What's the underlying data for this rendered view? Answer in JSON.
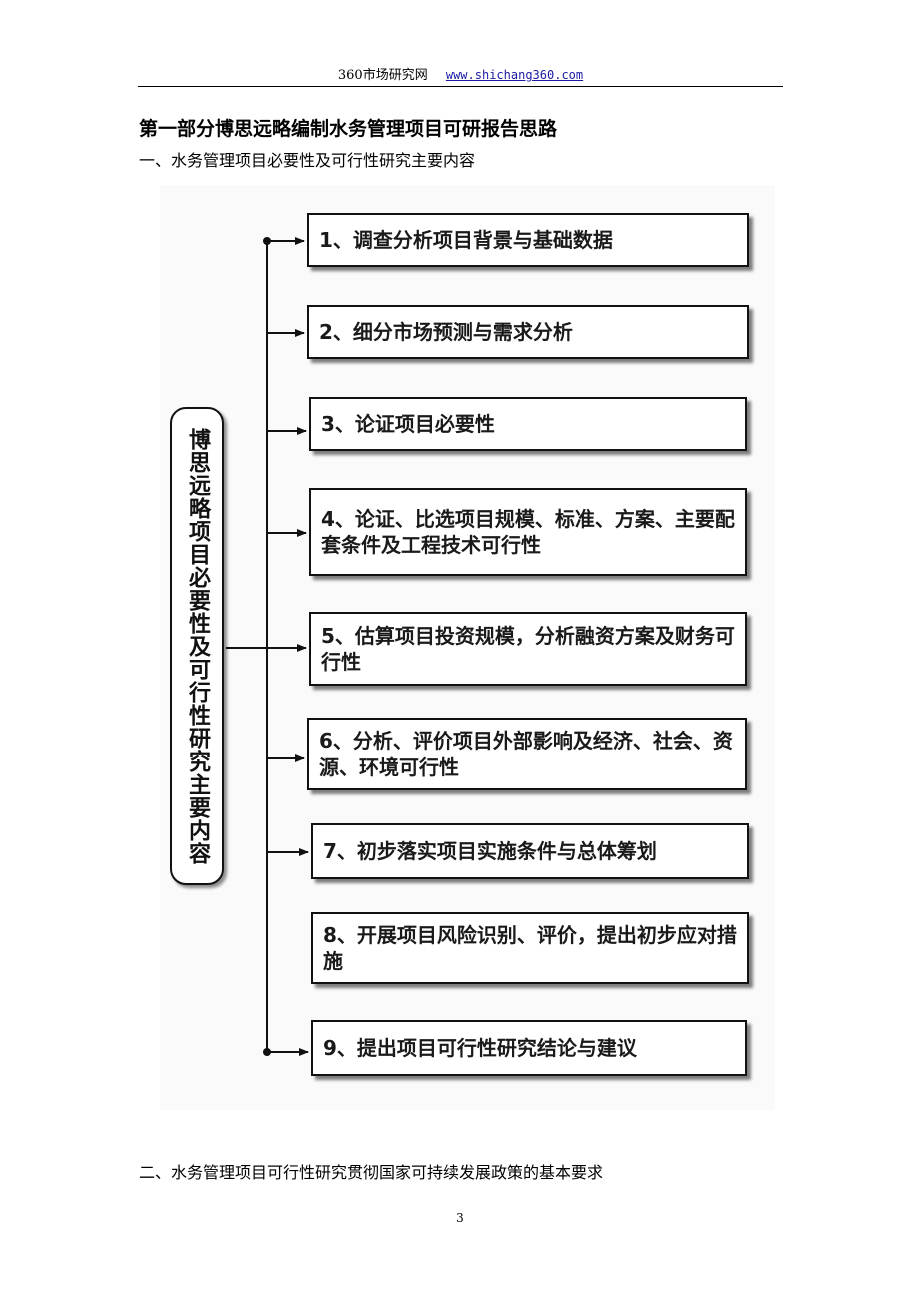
{
  "header": {
    "site_name": "360市场研究网",
    "url": "www.shichang360.com"
  },
  "section_title": "第一部分博思远略编制水务管理项目可研报告思路",
  "subsection_1": "一、水务管理项目必要性及可行性研究主要内容",
  "diagram": {
    "left_label": "博思远略项目必要性及可行性研究主要内容",
    "steps": [
      "1、调查分析项目背景与基础数据",
      "2、细分市场预测与需求分析",
      "3、论证项目必要性",
      "4、论证、比选项目规模、标准、方案、主要配套条件及工程技术可行性",
      "5、估算项目投资规模，分析融资方案及财务可行性",
      "6、分析、评价项目外部影响及经济、社会、资源、环境可行性",
      "7、初步落实项目实施条件与总体筹划",
      "8、开展项目风险识别、评价，提出初步应对措施",
      "9、提出项目可行性研究结论与建议"
    ]
  },
  "subsection_2": "二、水务管理项目可行性研究贯彻国家可持续发展政策的基本要求",
  "page_number": "3"
}
